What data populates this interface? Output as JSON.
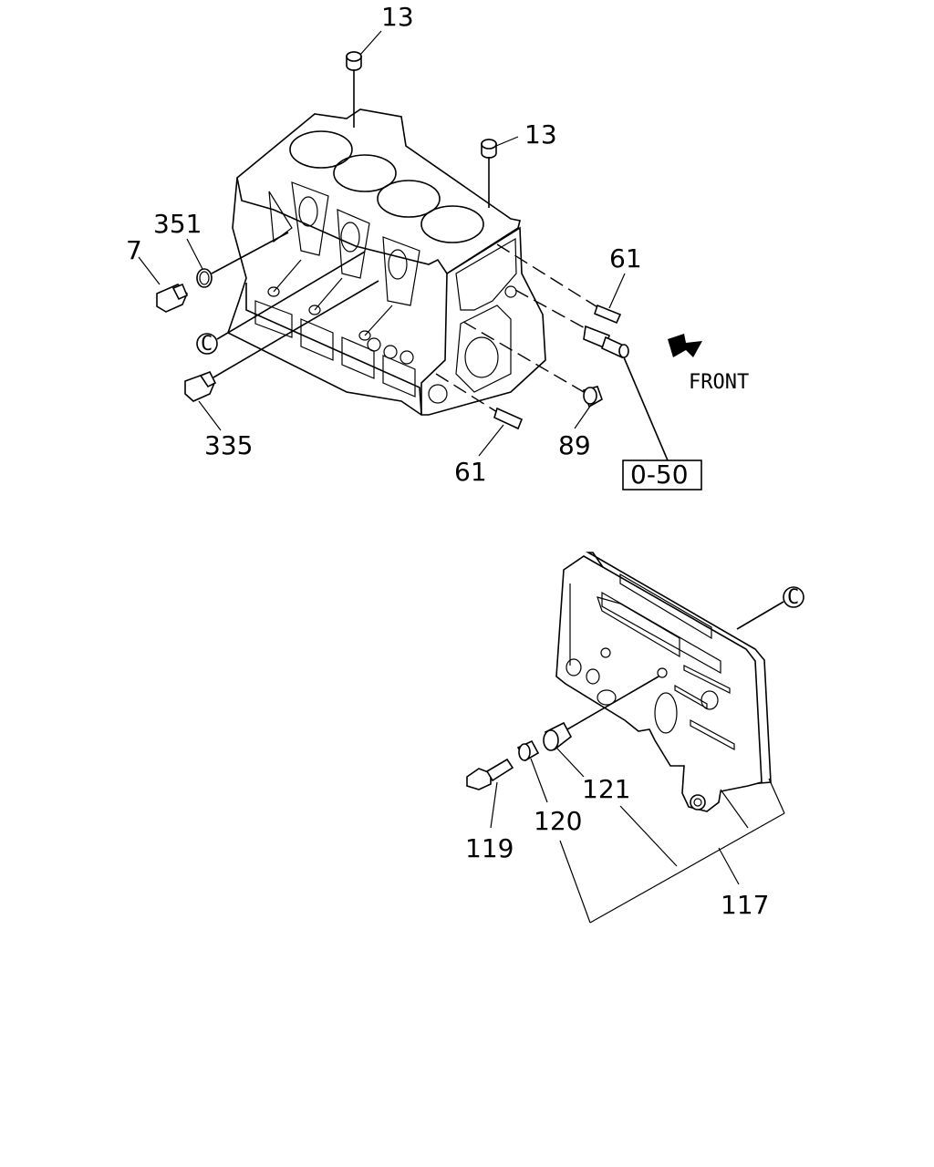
{
  "diagram": {
    "front_label": "FRONT",
    "ref_box": "0-50",
    "callout_marker": "C",
    "labels": {
      "p13_top": "13",
      "p13_right": "13",
      "p351": "351",
      "p7": "7",
      "p61_upper": "61",
      "p335": "335",
      "p61_lower": "61",
      "p89": "89",
      "p121": "121",
      "p120": "120",
      "p119": "119",
      "p117": "117"
    }
  },
  "icons": {
    "front_arrow": "arrow-icon",
    "callout": "circle-c-icon"
  }
}
